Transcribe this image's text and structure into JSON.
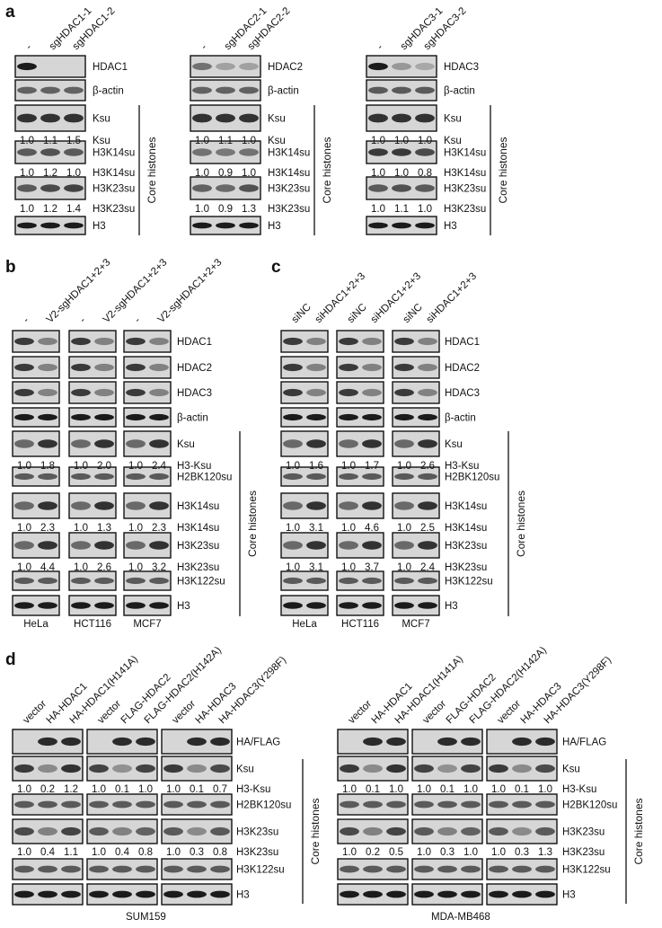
{
  "panels": {
    "a": {
      "label": "a",
      "lanes": [
        [
          "-",
          "sgHDAC1-1",
          "sgHDAC1-2"
        ],
        [
          "-",
          "sgHDAC2-1",
          "sgHDAC2-2"
        ],
        [
          "-",
          "sgHDAC3-1",
          "sgHDAC3-2"
        ]
      ],
      "rows": [
        {
          "label": "HDAC1",
          "altLabels": [
            "HDAC1",
            "HDAC2",
            "HDAC3"
          ]
        },
        {
          "label": "β-actin"
        },
        {
          "label": "Ksu",
          "numbers": [
            [
              "1.0",
              "1.1",
              "1.5"
            ],
            [
              "1.0",
              "1.1",
              "1.0"
            ],
            [
              "1.0",
              "1.0",
              "1.0"
            ]
          ],
          "numLabel": "Ksu"
        },
        {
          "label": "H3K14su",
          "numbers": [
            [
              "1.0",
              "1.2",
              "1.0"
            ],
            [
              "1.0",
              "0.9",
              "1.0"
            ],
            [
              "1.0",
              "1.0",
              "0.8"
            ]
          ],
          "numLabel": "H3K14su"
        },
        {
          "label": "H3K23su",
          "numbers": [
            [
              "1.0",
              "1.2",
              "1.4"
            ],
            [
              "1.0",
              "0.9",
              "1.3"
            ],
            [
              "1.0",
              "1.1",
              "1.0"
            ]
          ],
          "numLabel": "H3K23su"
        },
        {
          "label": "H3"
        }
      ],
      "side_label": "Core histones"
    },
    "b": {
      "label": "b",
      "lanes": [
        "-",
        "V2-sgHDAC1+2+3"
      ],
      "rows": [
        {
          "label": "HDAC1"
        },
        {
          "label": "HDAC2"
        },
        {
          "label": "HDAC3"
        },
        {
          "label": "β-actin"
        },
        {
          "label": "Ksu",
          "numbers": [
            [
              "1.0",
              "1.8"
            ],
            [
              "1.0",
              "2.0"
            ],
            [
              "1.0",
              "2.4"
            ]
          ],
          "numLabel": "H3-Ksu"
        },
        {
          "label": "H2BK120su"
        },
        {
          "label": "H3K14su",
          "numbers": [
            [
              "1.0",
              "2.3"
            ],
            [
              "1.0",
              "1.3"
            ],
            [
              "1.0",
              "2.3"
            ]
          ],
          "numLabel": "H3K14su"
        },
        {
          "label": "H3K23su",
          "numbers": [
            [
              "1.0",
              "4.4"
            ],
            [
              "1.0",
              "2.6"
            ],
            [
              "1.0",
              "3.2"
            ]
          ],
          "numLabel": "H3K23su"
        },
        {
          "label": "H3K122su"
        },
        {
          "label": "H3"
        }
      ],
      "cells": [
        "HeLa",
        "HCT116",
        "MCF7"
      ],
      "side_label": "Core histones"
    },
    "c": {
      "label": "c",
      "lanes": [
        "siNC",
        "siHDAC1+2+3"
      ],
      "rows": [
        {
          "label": "HDAC1"
        },
        {
          "label": "HDAC2"
        },
        {
          "label": "HDAC3"
        },
        {
          "label": "β-actin"
        },
        {
          "label": "Ksu",
          "numbers": [
            [
              "1.0",
              "1.6"
            ],
            [
              "1.0",
              "1.7"
            ],
            [
              "1.0",
              "2.6"
            ]
          ],
          "numLabel": "H3-Ksu"
        },
        {
          "label": "H2BK120su"
        },
        {
          "label": "H3K14su",
          "numbers": [
            [
              "1.0",
              "3.1"
            ],
            [
              "1.0",
              "4.6"
            ],
            [
              "1.0",
              "2.5"
            ]
          ],
          "numLabel": "H3K14su"
        },
        {
          "label": "H3K23su",
          "numbers": [
            [
              "1.0",
              "3.1"
            ],
            [
              "1.0",
              "3.7"
            ],
            [
              "1.0",
              "2.4"
            ]
          ],
          "numLabel": "H3K23su"
        },
        {
          "label": "H3K122su"
        },
        {
          "label": "H3"
        }
      ],
      "cells": [
        "HeLa",
        "HCT116",
        "MCF7"
      ],
      "side_label": "Core histones"
    },
    "d": {
      "label": "d",
      "lanes": [
        [
          "vector",
          "HA-HDAC1",
          "HA-HDAC1(H141A)"
        ],
        [
          "vector",
          "FLAG-HDAC2",
          "FLAG-HDAC2(H142A)"
        ],
        [
          "vector",
          "HA-HDAC3",
          "HA-HDAC3(Y298F)"
        ]
      ],
      "rows": [
        {
          "label": "HA/FLAG"
        },
        {
          "label": "Ksu",
          "numLabel": "H3-Ksu"
        },
        {
          "label": "H2BK120su"
        },
        {
          "label": "H3K23su",
          "numLabel": "H3K23su"
        },
        {
          "label": "H3K122su"
        },
        {
          "label": "H3"
        }
      ],
      "left": {
        "cell": "SUM159",
        "ksu": [
          [
            "1.0",
            "0.2",
            "1.2"
          ],
          [
            "1.0",
            "0.1",
            "1.0"
          ],
          [
            "1.0",
            "0.1",
            "0.7"
          ]
        ],
        "k23": [
          [
            "1.0",
            "0.4",
            "1.1"
          ],
          [
            "1.0",
            "0.4",
            "0.8"
          ],
          [
            "1.0",
            "0.3",
            "0.8"
          ]
        ]
      },
      "right": {
        "cell": "MDA-MB468",
        "ksu": [
          [
            "1.0",
            "0.1",
            "1.0"
          ],
          [
            "1.0",
            "0.1",
            "1.0"
          ],
          [
            "1.0",
            "0.1",
            "1.0"
          ]
        ],
        "k23": [
          [
            "1.0",
            "0.2",
            "0.5"
          ],
          [
            "1.0",
            "0.3",
            "1.0"
          ],
          [
            "1.0",
            "0.3",
            "1.3"
          ]
        ]
      },
      "side_label": "Core histones"
    }
  }
}
